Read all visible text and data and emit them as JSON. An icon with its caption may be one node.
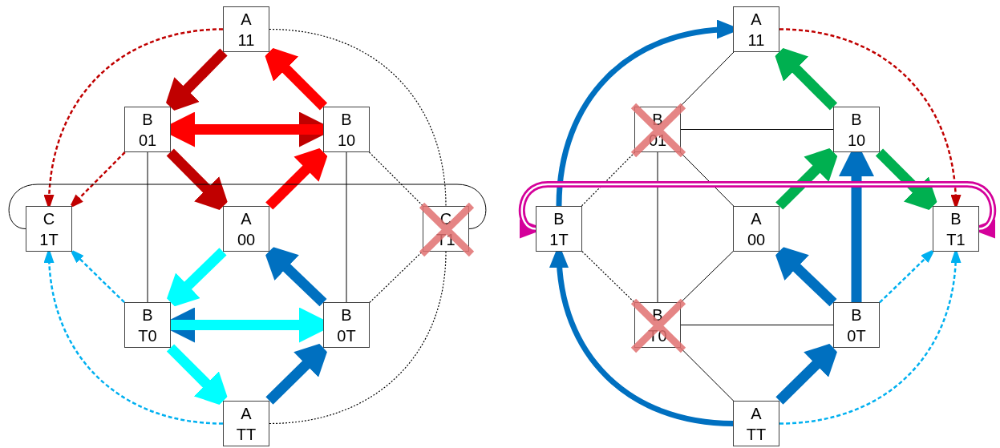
{
  "diagram": {
    "nodes": [
      {
        "text": [
          "A",
          "11"
        ]
      },
      {
        "text": [
          "B",
          "01"
        ]
      },
      {
        "text": [
          "B",
          "10"
        ]
      },
      {
        "text": [
          "C",
          "1T"
        ]
      },
      {
        "text": [
          "A",
          "00"
        ]
      },
      {
        "text": [
          "C",
          "T1"
        ]
      },
      {
        "text": [
          "B",
          "T0"
        ]
      },
      {
        "text": [
          "B",
          "0T"
        ]
      },
      {
        "text": [
          "A",
          "TT"
        ]
      },
      {
        "text": [
          "A",
          "11"
        ]
      },
      {
        "text": [
          "B",
          "01"
        ]
      },
      {
        "text": [
          "B",
          "10"
        ]
      },
      {
        "text": [
          "B",
          "1T"
        ]
      },
      {
        "text": [
          "A",
          "00"
        ]
      },
      {
        "text": [
          "B",
          "T1"
        ]
      },
      {
        "text": [
          "B",
          "T0"
        ]
      },
      {
        "text": [
          "B",
          "0T"
        ]
      },
      {
        "text": [
          "A",
          "TT"
        ]
      }
    ],
    "edges": [
      {
        "from": 0,
        "to": 1,
        "arrow": "to",
        "style": "thick",
        "color": "#c00000"
      },
      {
        "from": 1,
        "to": 4,
        "arrow": "to",
        "style": "thick",
        "color": "#c00000"
      },
      {
        "from": 1,
        "to": 2,
        "arrow": "to",
        "style": "thick",
        "color": "#c00000"
      },
      {
        "from": 2,
        "to": 1,
        "arrow": "to",
        "style": "thick",
        "color": "#ff0000"
      },
      {
        "from": 4,
        "to": 2,
        "arrow": "to",
        "style": "thick",
        "color": "#ff0000"
      },
      {
        "from": 2,
        "to": 0,
        "arrow": "to",
        "style": "thick",
        "color": "#ff0000"
      },
      {
        "from": 4,
        "to": 6,
        "arrow": "to",
        "style": "thick",
        "color": "#00ffff"
      },
      {
        "from": 6,
        "to": 8,
        "arrow": "to",
        "style": "thick",
        "color": "#00ffff"
      },
      {
        "from": 7,
        "to": 6,
        "arrow": "to",
        "style": "thick",
        "color": "#0070c0"
      },
      {
        "from": 6,
        "to": 7,
        "arrow": "to",
        "style": "thick",
        "color": "#00ffff"
      },
      {
        "from": 8,
        "to": 7,
        "arrow": "to",
        "style": "thick",
        "color": "#0070c0"
      },
      {
        "from": 7,
        "to": 4,
        "arrow": "to",
        "style": "thick",
        "color": "#0070c0"
      },
      {
        "from": 0,
        "to": 3,
        "arrow": "to",
        "style": "dashed",
        "color": "#c00000"
      },
      {
        "from": 1,
        "to": 3,
        "arrow": "to",
        "style": "dashed",
        "color": "#c00000"
      },
      {
        "from": 8,
        "to": 3,
        "arrow": "to",
        "style": "dashed",
        "color": "#00b0f0"
      },
      {
        "from": 6,
        "to": 3,
        "arrow": "to",
        "style": "dashed",
        "color": "#00b0f0"
      },
      {
        "from": 0,
        "to": 5,
        "arrow": "none",
        "style": "dashed"
      },
      {
        "from": 8,
        "to": 5,
        "arrow": "none",
        "style": "dashed"
      },
      {
        "from": 2,
        "to": 5,
        "arrow": "none",
        "style": "dashed"
      },
      {
        "from": 7,
        "to": 5,
        "arrow": "none",
        "style": "dashed"
      },
      {
        "from": 1,
        "to": 6,
        "arrow": "none"
      },
      {
        "from": 2,
        "to": 7,
        "arrow": "none"
      },
      {
        "from": 3,
        "to": 5,
        "arrow": "none"
      },
      {
        "from": 9,
        "to": 10,
        "arrow": "none"
      },
      {
        "from": 10,
        "to": 11,
        "arrow": "none"
      },
      {
        "from": 10,
        "to": 12,
        "arrow": "none",
        "style": "dashed"
      },
      {
        "from": 10,
        "to": 13,
        "arrow": "none"
      },
      {
        "from": 10,
        "to": 15,
        "arrow": "none"
      },
      {
        "from": 12,
        "to": 15,
        "arrow": "none",
        "style": "dashed"
      },
      {
        "from": 13,
        "to": 15,
        "arrow": "none"
      },
      {
        "from": 15,
        "to": 16,
        "arrow": "none"
      },
      {
        "from": 15,
        "to": 17,
        "arrow": "none"
      },
      {
        "from": 11,
        "to": 9,
        "arrow": "to",
        "style": "thick",
        "color": "#00b050"
      },
      {
        "from": 13,
        "to": 11,
        "arrow": "to",
        "style": "thick",
        "color": "#00b050"
      },
      {
        "from": 11,
        "to": 14,
        "arrow": "to",
        "style": "thick",
        "color": "#00b050"
      },
      {
        "from": 16,
        "to": 11,
        "arrow": "to",
        "style": "thick",
        "color": "#0070c0"
      },
      {
        "from": 16,
        "to": 13,
        "arrow": "to",
        "style": "thick",
        "color": "#0070c0"
      },
      {
        "from": 17,
        "to": 16,
        "arrow": "to",
        "style": "thick",
        "color": "#0070c0"
      },
      {
        "from": 12,
        "to": 9,
        "arrow": "to",
        "style": "thick",
        "color": "#0070c0"
      },
      {
        "from": 17,
        "to": 12,
        "arrow": "to",
        "style": "thick",
        "color": "#0070c0"
      },
      {
        "from": 9,
        "to": 14,
        "arrow": "to",
        "style": "dashed",
        "color": "#c00000"
      },
      {
        "from": 16,
        "to": 14,
        "arrow": "to",
        "style": "dashed",
        "color": "#00b0f0"
      },
      {
        "from": 17,
        "to": 14,
        "arrow": "to",
        "style": "dashed",
        "color": "#00b0f0"
      },
      {
        "from": 12,
        "to": 14,
        "arrow": "both",
        "style": "thick",
        "color": "#d4009a"
      }
    ]
  }
}
